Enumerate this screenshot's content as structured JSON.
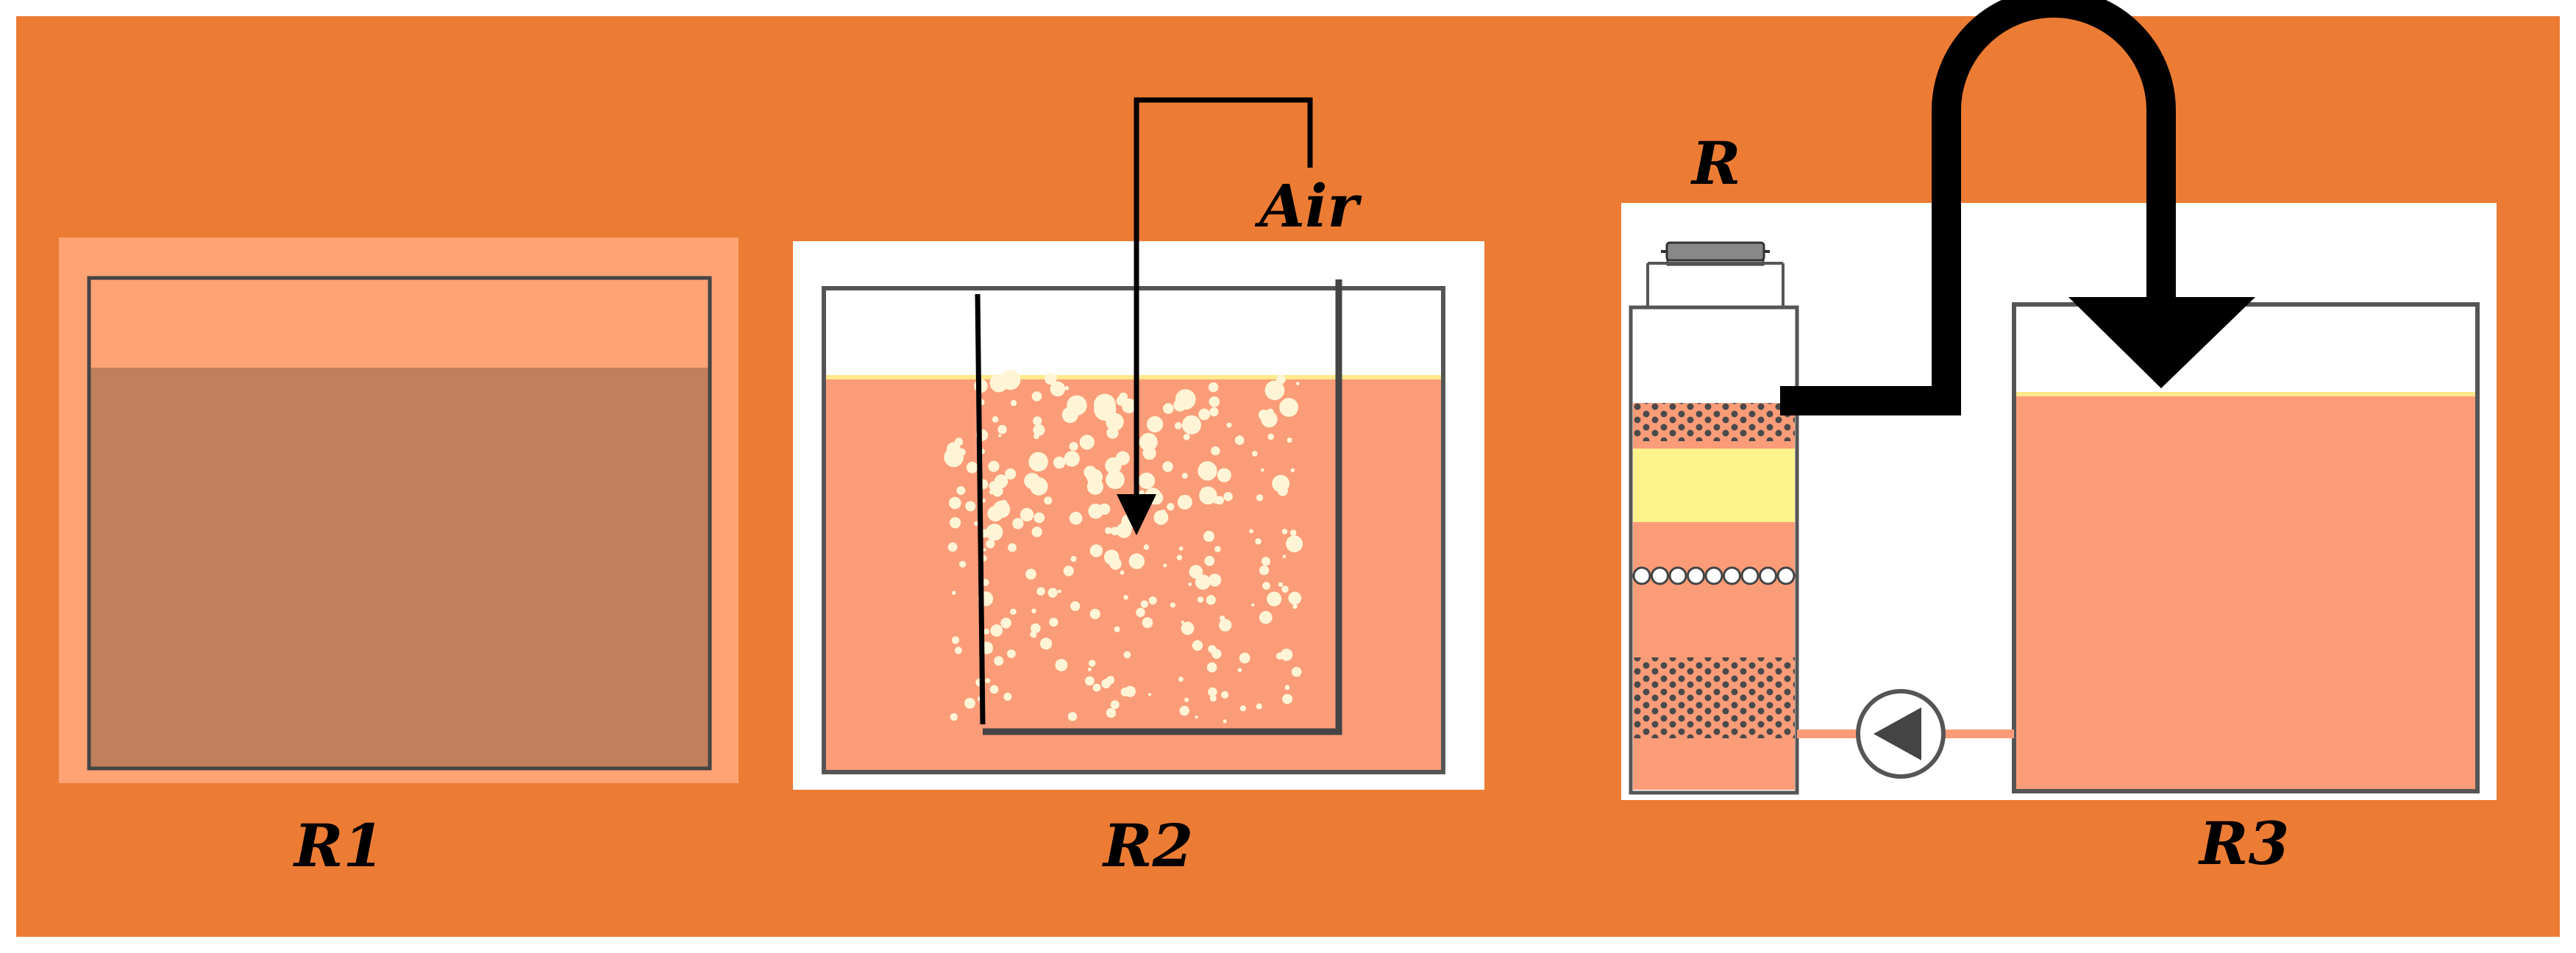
{
  "colors": {
    "background": "#EC7C34",
    "panel_r1": "#FFA374",
    "liquid_r1": "#C17F5C",
    "liquid": "#FB9C79",
    "panel_white": "#FFFFFF",
    "wall": "#555555",
    "arrow": "#000000",
    "filter_yellow": "#FFF38C",
    "bubble": "#FFF5D6"
  },
  "labels": {
    "r1": "R1",
    "r2": "R2",
    "r3": "R3",
    "r": "R",
    "air": "Air"
  },
  "icons": {
    "pump": "pump-triangle-icon",
    "flow_arrow": "u-shaped-flow-arrow",
    "air_arrow": "air-inlet-arrow"
  }
}
